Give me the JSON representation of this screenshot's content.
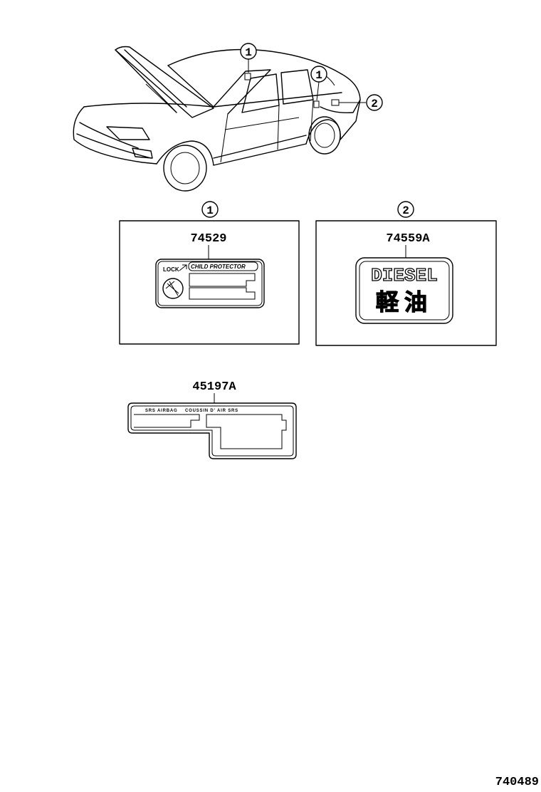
{
  "callouts": {
    "door_label_ref": "1",
    "door_label_ref_2": "1",
    "fuel_label_ref": "2"
  },
  "panel_1": {
    "ref": "1",
    "part_number": "74529",
    "lock_text": "LOCK",
    "label_text": "CHILD PROTECTOR"
  },
  "panel_2": {
    "ref": "2",
    "part_number": "74559A",
    "diesel_text": "DIESEL",
    "jp_text": "軽油"
  },
  "airbag_label": {
    "part_number": "45197A",
    "text_left": "SRS AIRBAG",
    "text_right": "COUSSIN D' AIR SRS"
  },
  "figure_number": "740489",
  "icons": [
    "car-illustration",
    "child-lock-icon",
    "callout-circle"
  ]
}
